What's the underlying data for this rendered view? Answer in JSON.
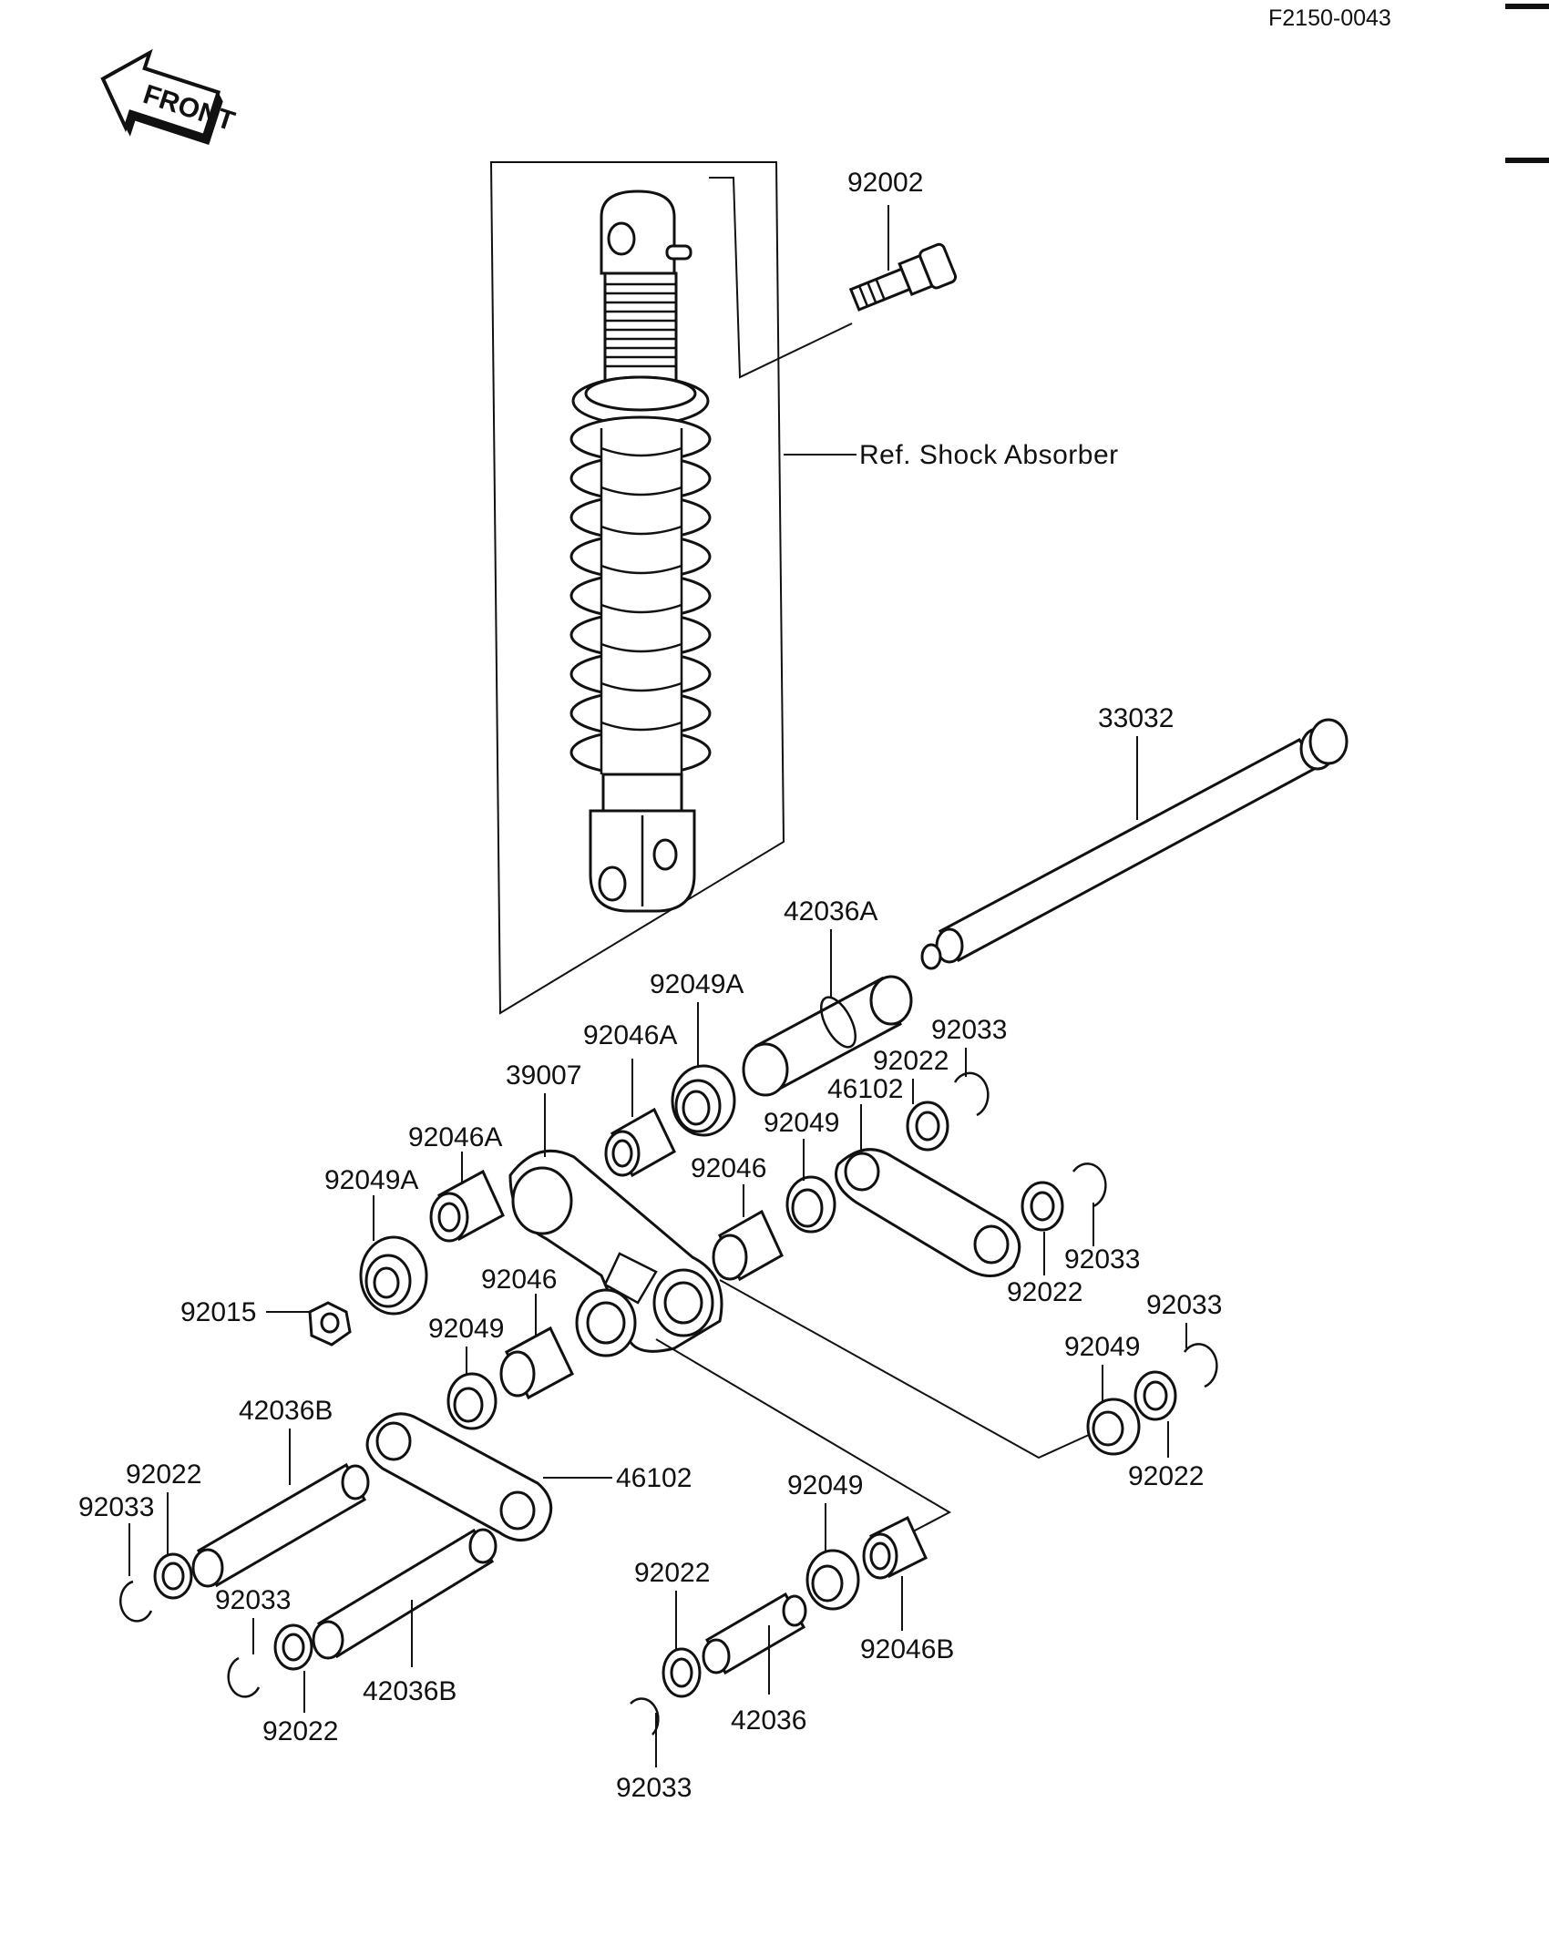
{
  "diagram_code": "F2150-0043",
  "front_label": "FRONT",
  "reference_label": "Ref. Shock Absorber",
  "callouts": {
    "c92002": "92002",
    "c33032": "33032",
    "c42036A": "42036A",
    "c92049A_top": "92049A",
    "c92046A_top": "92046A",
    "c39007": "39007",
    "c92033_a": "92033",
    "c92022_a": "92022",
    "c46102_top": "46102",
    "c92049_a": "92049",
    "c92046_a": "92046",
    "c92046A_left": "92046A",
    "c92049A_left": "92049A",
    "c92015": "92015",
    "c92046_b": "92046",
    "c92049_b": "92049",
    "c92033_b": "92033",
    "c92022_b": "92022",
    "c92033_c": "92033",
    "c92049_c": "92049",
    "c92022_c": "92022",
    "c42036B_top": "42036B",
    "c46102_bottom": "46102",
    "c92022_d": "92022",
    "c92033_d": "92033",
    "c92033_e": "92033",
    "c92022_e": "92022",
    "c42036B_bottom": "42036B",
    "c92049_d": "92049",
    "c92046B": "92046B",
    "c92022_f": "92022",
    "c42036": "42036",
    "c92033_f": "92033"
  }
}
